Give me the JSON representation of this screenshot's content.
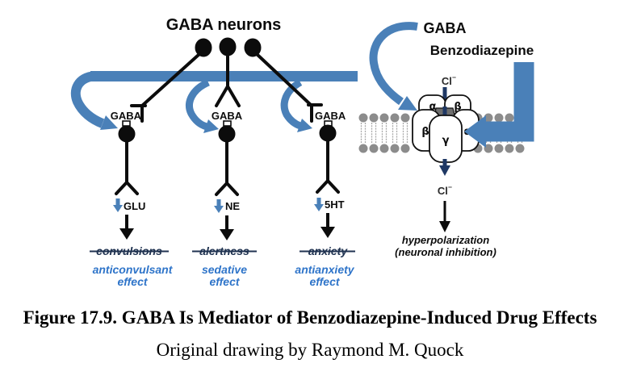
{
  "diagram_title": "GABA neurons",
  "columns": [
    {
      "synapse_label": "GABA",
      "transmitter": "GLU",
      "suppressed_effect": "convulsions",
      "drug_effect_line1": "anticonvulsant",
      "drug_effect_line2": "effect"
    },
    {
      "synapse_label": "GABA",
      "transmitter": "NE",
      "suppressed_effect": "alertness",
      "drug_effect_line1": "sedative",
      "drug_effect_line2": "effect"
    },
    {
      "synapse_label": "GABA",
      "transmitter": "5HT",
      "suppressed_effect": "anxiety",
      "drug_effect_line1": "antianxiety",
      "drug_effect_line2": "effect"
    }
  ],
  "receptor": {
    "gaba_label": "GABA",
    "benzo_label": "Benzodiazepine",
    "cl_base": "Cl",
    "cl_sup": "⁻",
    "subunits": {
      "top_left": "α",
      "top_right": "β",
      "left": "β",
      "center": "γ",
      "right": "α"
    },
    "result_line1": "hyperpolarization",
    "result_line2": "(neuronal inhibition)"
  },
  "caption": {
    "title": "Figure 17.9. GABA Is Mediator of Benzodiazepine-Induced Drug Effects",
    "credit": "Original drawing by Raymond M. Quock"
  },
  "colors": {
    "arrow_blue": "#4a80b8",
    "effect_blue": "#2e74c9",
    "navy": "#1f3864",
    "strike_navy": "#1f3250",
    "lipid_gray": "#8c8c8c",
    "lipid_tail_gray": "#a8a8a8"
  }
}
